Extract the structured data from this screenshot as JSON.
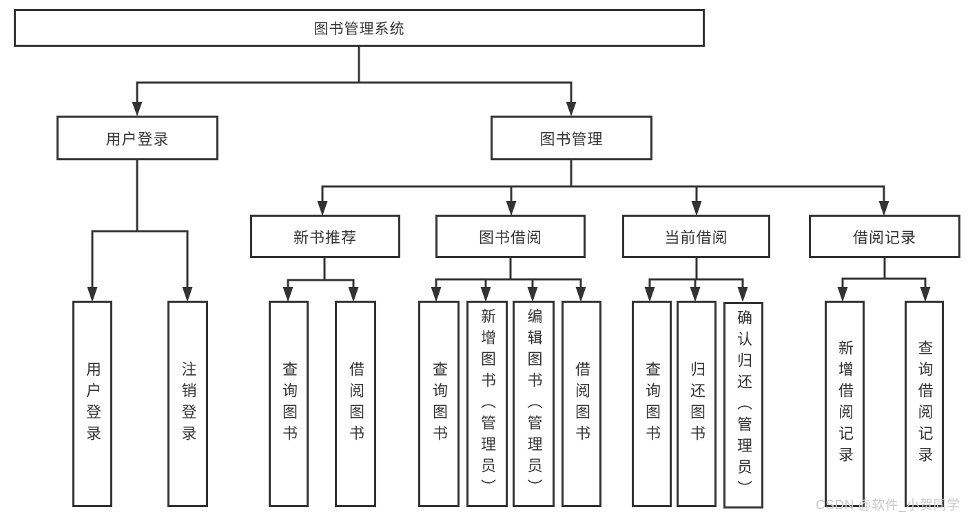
{
  "diagram": {
    "title": "图书管理系统",
    "root": {
      "label": "图书管理系统"
    },
    "level2": [
      {
        "label": "用户登录"
      },
      {
        "label": "图书管理"
      }
    ],
    "level3": [
      {
        "label": "新书推荐"
      },
      {
        "label": "图书借阅"
      },
      {
        "label": "当前借阅"
      },
      {
        "label": "借阅记录"
      }
    ],
    "leaves": {
      "login": [
        {
          "label": "用户登录"
        },
        {
          "label": "注销登录"
        }
      ],
      "recommend": [
        {
          "label": "查询图书"
        },
        {
          "label": "借阅图书"
        }
      ],
      "borrow": [
        {
          "label": "查询图书"
        },
        {
          "label": "新增图书（管理员）"
        },
        {
          "label": "编辑图书（管理员）"
        },
        {
          "label": "借阅图书"
        }
      ],
      "current": [
        {
          "label": "查询图书"
        },
        {
          "label": "归还图书"
        },
        {
          "label": "确认归还（管理员）"
        }
      ],
      "records": [
        {
          "label": "新增借阅记录"
        },
        {
          "label": "查询借阅记录"
        }
      ]
    },
    "line_color": "#333333",
    "text_color": "#333333",
    "background_color": "#ffffff"
  },
  "watermark": {
    "text": "CSDN @软件_小贺同学",
    "color": "#c9c9c9"
  }
}
